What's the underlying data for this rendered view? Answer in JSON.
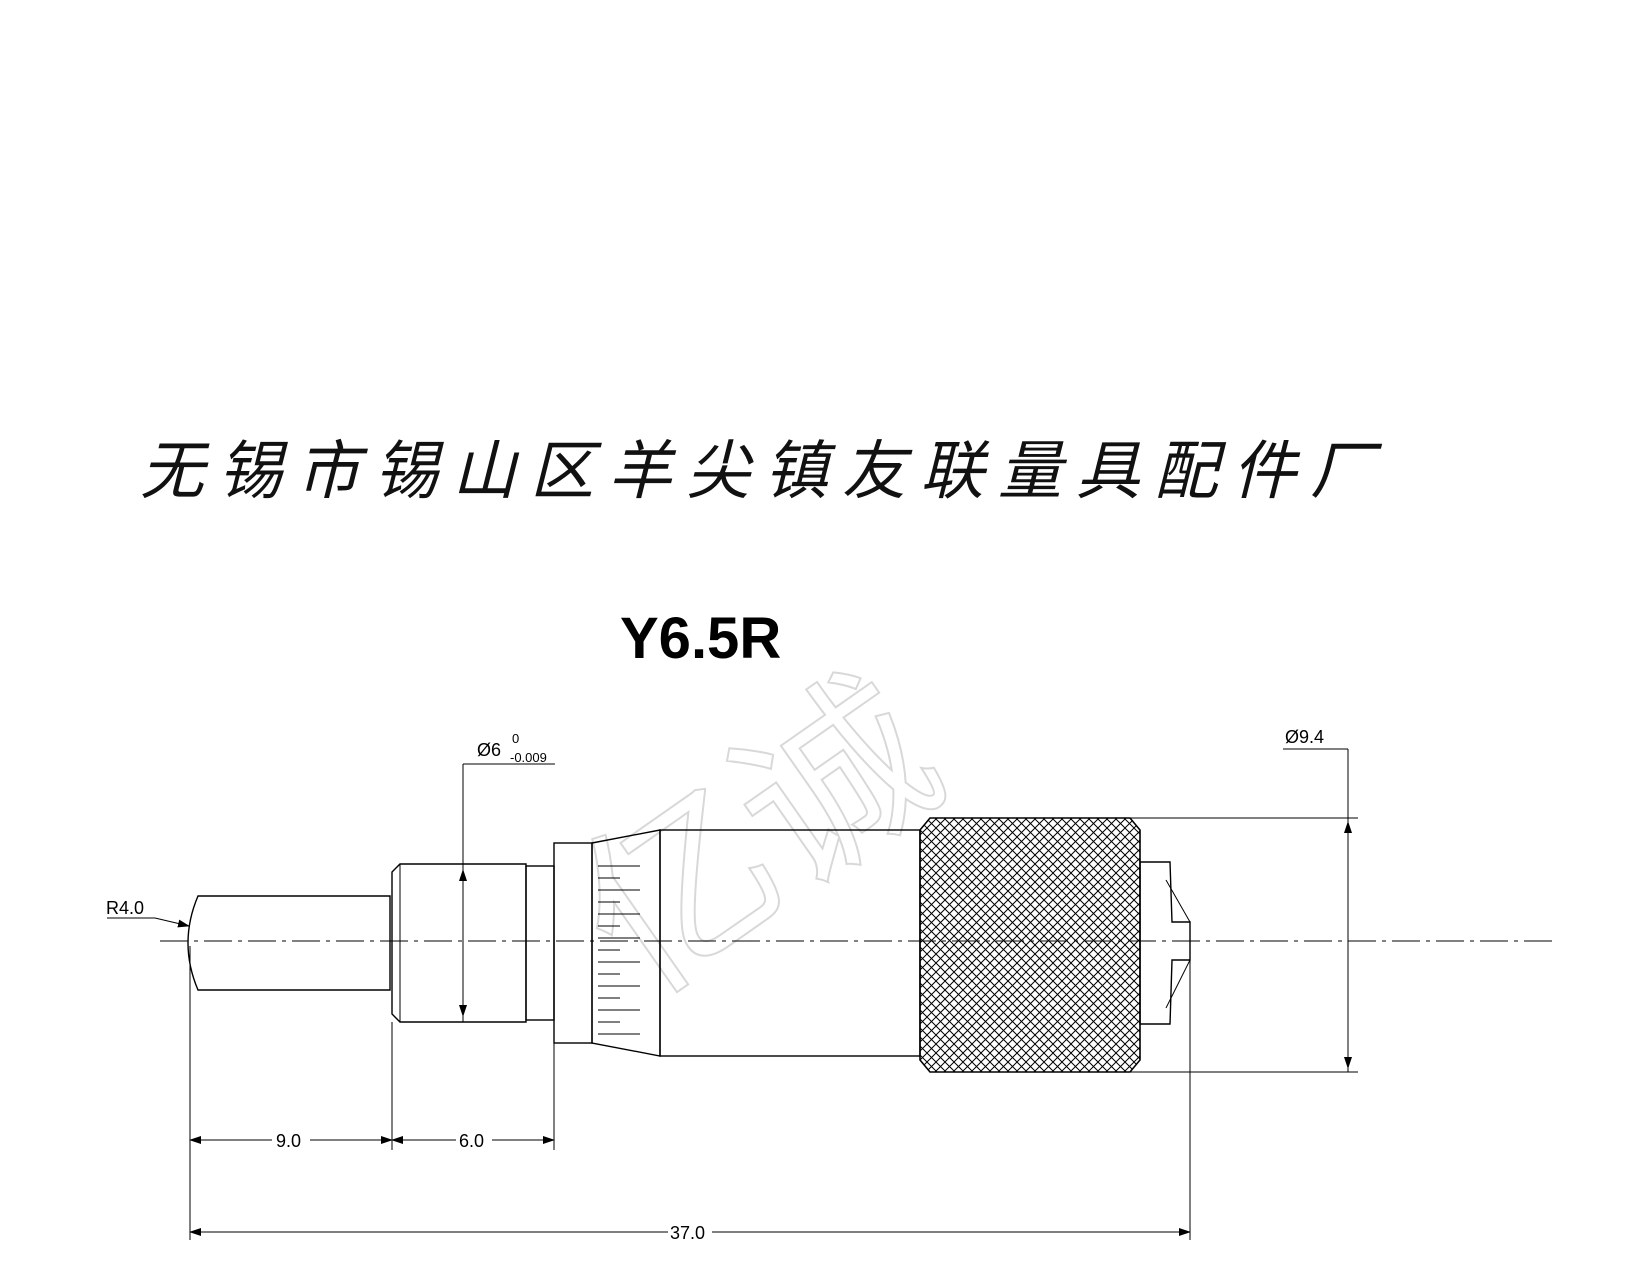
{
  "header": {
    "company": "无锡市锡山区羊尖镇友联量具配件厂",
    "model": "Y6.5R"
  },
  "dimensions": {
    "radius_tip": "R4.0",
    "spindle_dia_main": "Ø6",
    "spindle_tol_upper": "0",
    "spindle_tol_lower": "-0.009",
    "thimble_dia": "Ø9.4",
    "len_tip": "9.0",
    "len_sleeve": "6.0",
    "len_total": "37.0"
  },
  "watermark": "亿诚",
  "colors": {
    "line": "#000000",
    "background": "#ffffff"
  }
}
